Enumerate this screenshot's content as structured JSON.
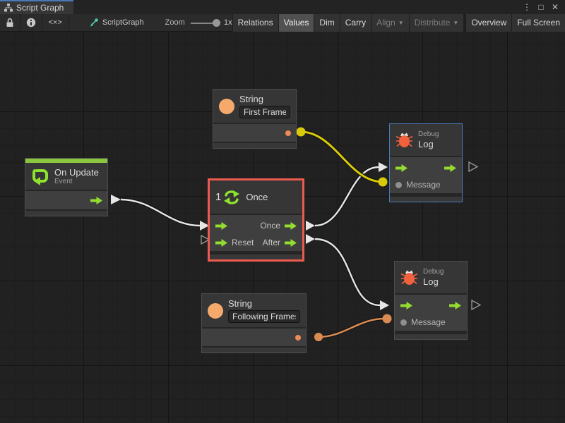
{
  "titlebar": {
    "tab_title": "Script Graph",
    "menu_icon": "⋮",
    "maximize_icon": "□",
    "close_icon": "✕"
  },
  "toolbar": {
    "code_toggle": "<×>",
    "graph_name": "ScriptGraph",
    "zoom_label": "Zoom",
    "zoom_value": "1x",
    "buttons": [
      {
        "label": "Relations",
        "active": false,
        "disabled": false
      },
      {
        "label": "Values",
        "active": true,
        "disabled": false
      },
      {
        "label": "Dim",
        "active": false,
        "disabled": false
      },
      {
        "label": "Carry",
        "active": false,
        "disabled": false
      },
      {
        "label": "Align",
        "caret": "▼",
        "active": false,
        "disabled": true
      },
      {
        "label": "Distribute",
        "caret": "▼",
        "active": false,
        "disabled": true
      },
      {
        "label": "Overview",
        "active": false,
        "disabled": false
      },
      {
        "label": "Full Screen",
        "active": false,
        "disabled": false
      }
    ]
  },
  "nodes": {
    "string_first": {
      "title": "String",
      "value": "First Frame"
    },
    "on_update": {
      "title": "On Update",
      "subtitle": "Event"
    },
    "once": {
      "counter": "1",
      "title": "Once",
      "out_once": "Once",
      "in_reset": "Reset",
      "out_after": "After"
    },
    "debug_log_top": {
      "kicker": "Debug",
      "title": "Log",
      "message_label": "Message"
    },
    "debug_log_bottom": {
      "kicker": "Debug",
      "title": "Log",
      "message_label": "Message"
    },
    "string_following": {
      "title": "String",
      "value": "Following Frames"
    }
  },
  "colors": {
    "flow_green": "#95dc30",
    "event_green": "#8cc63f",
    "string_orange": "#f5a96b",
    "wire_yellow": "#d7cb08",
    "wire_orange": "#d98b52",
    "selection_red": "#ed5a4e",
    "focus_blue": "#4a7ab5"
  }
}
